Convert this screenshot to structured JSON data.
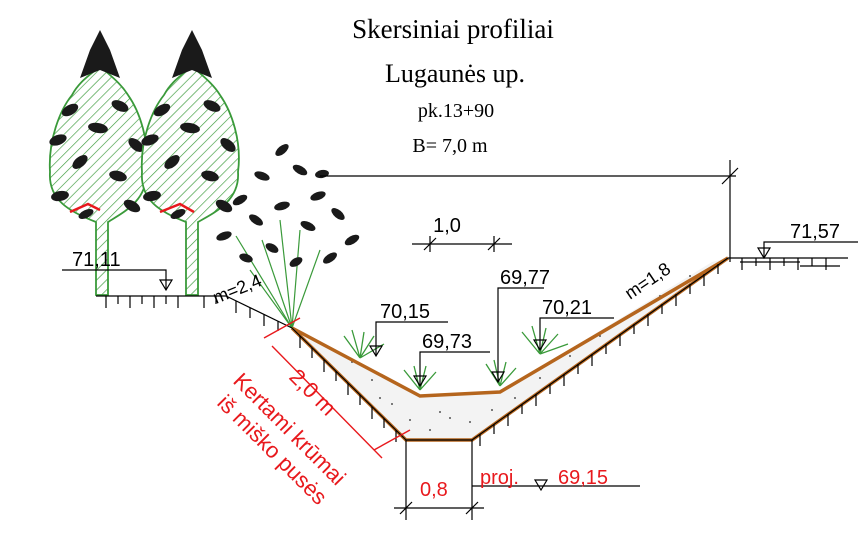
{
  "title": {
    "line1": "Skersiniai profiliai",
    "line2": "Lugaunės up.",
    "line3": "pk.13+90",
    "line4": "B= 7,0 m"
  },
  "scale_label": "1,0",
  "levels": {
    "left_bank": "71,11",
    "right_bank": "71,57",
    "left_mid": "70,15",
    "bottom_left": "69,73",
    "bottom_right": "69,77",
    "right_mid": "70,21",
    "proj_prefix": "proj.",
    "proj_value": "69,15"
  },
  "slopes": {
    "left": "m=2,4",
    "right": "m=1,8"
  },
  "dims": {
    "slope_length": "2,0 m",
    "bottom_width": "0,8"
  },
  "note": {
    "line1": "Kertami krūmai",
    "line2": "iš miško pusės"
  },
  "colors": {
    "red": "#e8191d",
    "brown": "#b5651d",
    "tree_green": "#3a9a3a",
    "black": "#000000"
  },
  "icons": [
    "tree-icon",
    "bush-icon",
    "grass-icon",
    "level-triangle-icon"
  ]
}
